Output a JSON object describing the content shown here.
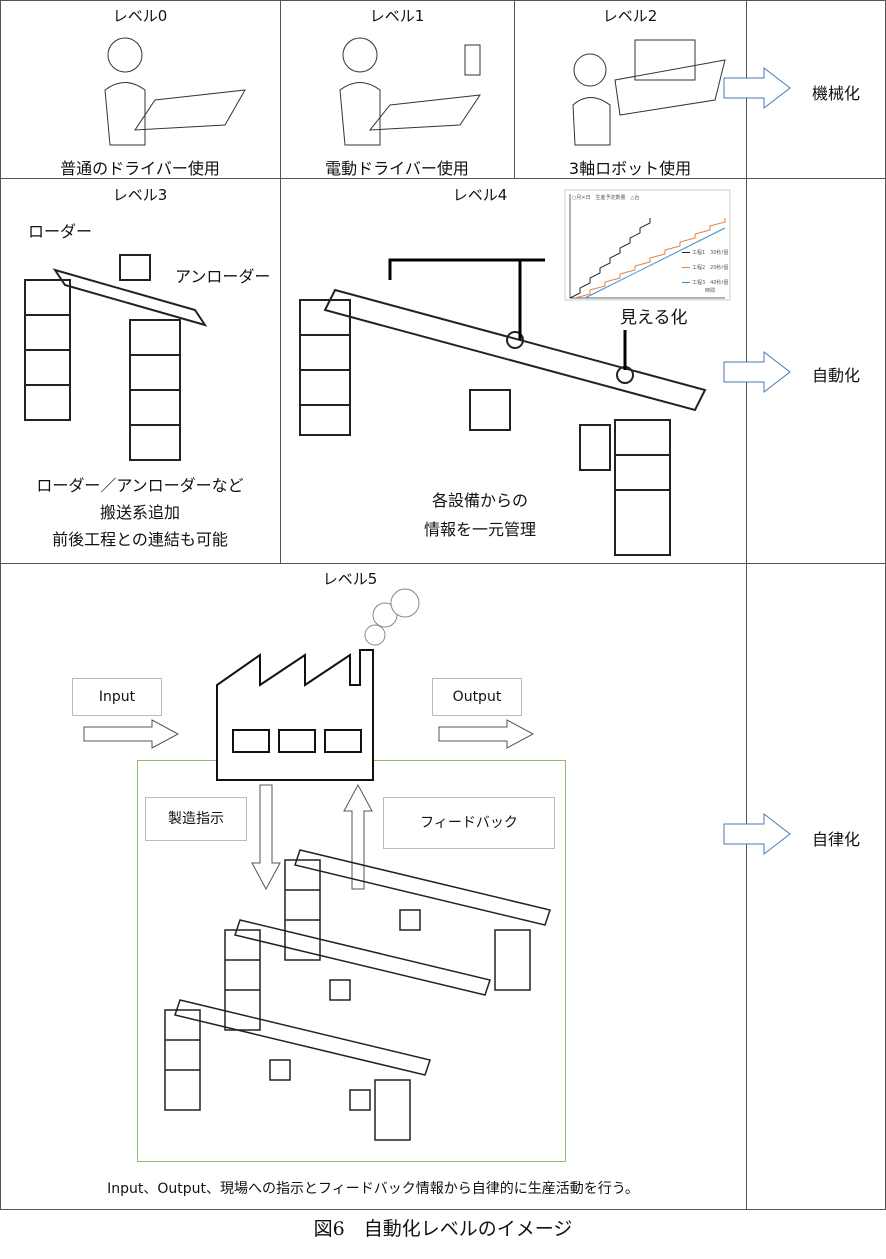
{
  "levels": [
    {
      "title": "レベル0",
      "caption": "普通のドライバー使用"
    },
    {
      "title": "レベル1",
      "caption": "電動ドライバー使用"
    },
    {
      "title": "レベル2",
      "caption": "3軸ロボット使用"
    },
    {
      "title": "レベル3",
      "labels": {
        "loader": "ローダー",
        "unloader": "アンローダー"
      },
      "caption": [
        "ローダー／アンローダーなど",
        "搬送系追加",
        "前後工程との連結も可能"
      ]
    },
    {
      "title": "レベル4",
      "visual_label": "見える化",
      "caption": [
        "各設備からの",
        "情報を一元管理"
      ]
    },
    {
      "title": "レベル5",
      "input": "Input",
      "output": "Output",
      "instruction": "製造指示",
      "feedback": "フィードバック",
      "caption": "Input、Output、現場への指示とフィードバック情報から自律的に生産活動を行う。"
    }
  ],
  "stages": [
    "機械化",
    "自動化",
    "自律化"
  ],
  "chart_data": {
    "type": "line",
    "title": "○月×日　生産予定数量　△台",
    "xlabel": "時間",
    "series": [
      {
        "name": "工程1　30秒/個",
        "color": "#222222"
      },
      {
        "name": "工程2　20秒/個",
        "color": "#e8803a"
      },
      {
        "name": "工程3　40秒/個",
        "color": "#3a8fd0"
      }
    ]
  },
  "figure_caption": "図6　自動化レベルのイメージ"
}
